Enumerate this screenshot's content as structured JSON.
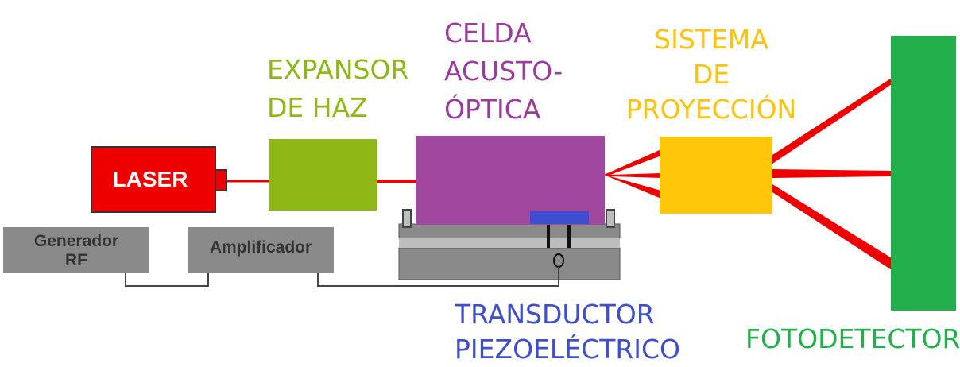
{
  "colors": {
    "laser": "#ee0000",
    "beam": "#ee0000",
    "expansor": "#8db815",
    "celda": "#a047a0",
    "sistema": "#ffc60a",
    "fotodetector": "#22b04c",
    "equipment": "#8a8a8a",
    "transductor": "#3d4ed0",
    "text_expansor": "#8db815",
    "text_celda": "#9b3b9b",
    "text_sistema": "#ffc20e",
    "text_transductor": "#3d4ed0",
    "text_fotodetector": "#22b04c"
  },
  "devices": {
    "laser": "LASER",
    "generador_line1": "Generador",
    "generador_line2": "RF",
    "amplificador": "Amplificador"
  },
  "labels": {
    "expansor_line1": "EXPANSOR",
    "expansor_line2": "DE HAZ",
    "celda_line1": "CELDA",
    "celda_line2": "ACUSTO-",
    "celda_line3": "ÓPTICA",
    "sistema_line1": "SISTEMA",
    "sistema_line2": "DE",
    "sistema_line3": "PROYECCIÓN",
    "transductor_line1": "TRANSDUCTOR",
    "transductor_line2": "PIEZOELÉCTRICO",
    "fotodetector": "FOTODETECTOR"
  }
}
